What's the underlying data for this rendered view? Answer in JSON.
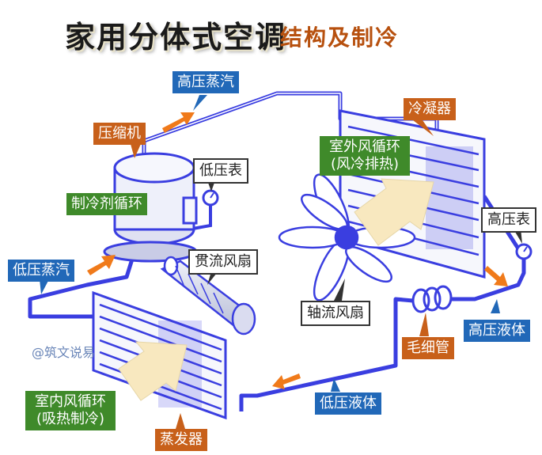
{
  "title": {
    "main": "家用分体式空调",
    "sub": "结构及制冷"
  },
  "labels": {
    "high_pressure_vapor": "高压蒸汽",
    "compressor": "压缩机",
    "low_pressure_gauge": "低压表",
    "refrigerant_cycle": "制冷剂循环",
    "condenser": "冷凝器",
    "outdoor_air_line1": "室外风循环",
    "outdoor_air_line2": "(风冷排热)",
    "high_pressure_gauge": "高压表",
    "cross_flow_fan": "贯流风扇",
    "low_pressure_vapor": "低压蒸汽",
    "axial_fan": "轴流风扇",
    "high_pressure_liquid": "高压液体",
    "capillary_tube": "毛细管",
    "low_pressure_liquid": "低压液体",
    "indoor_air_line1": "室内风循环",
    "indoor_air_line2": "(吸热制冷)",
    "evaporator": "蒸发器"
  },
  "watermark": "@筑文说易",
  "colors": {
    "pipe": "#3a3ee0",
    "blue_label": "#2168b8",
    "orange_label": "#c8601a",
    "green_label": "#3f8a2a",
    "flow_arrow": "#f07a1a",
    "air_arrow": "#f8e8bf"
  }
}
